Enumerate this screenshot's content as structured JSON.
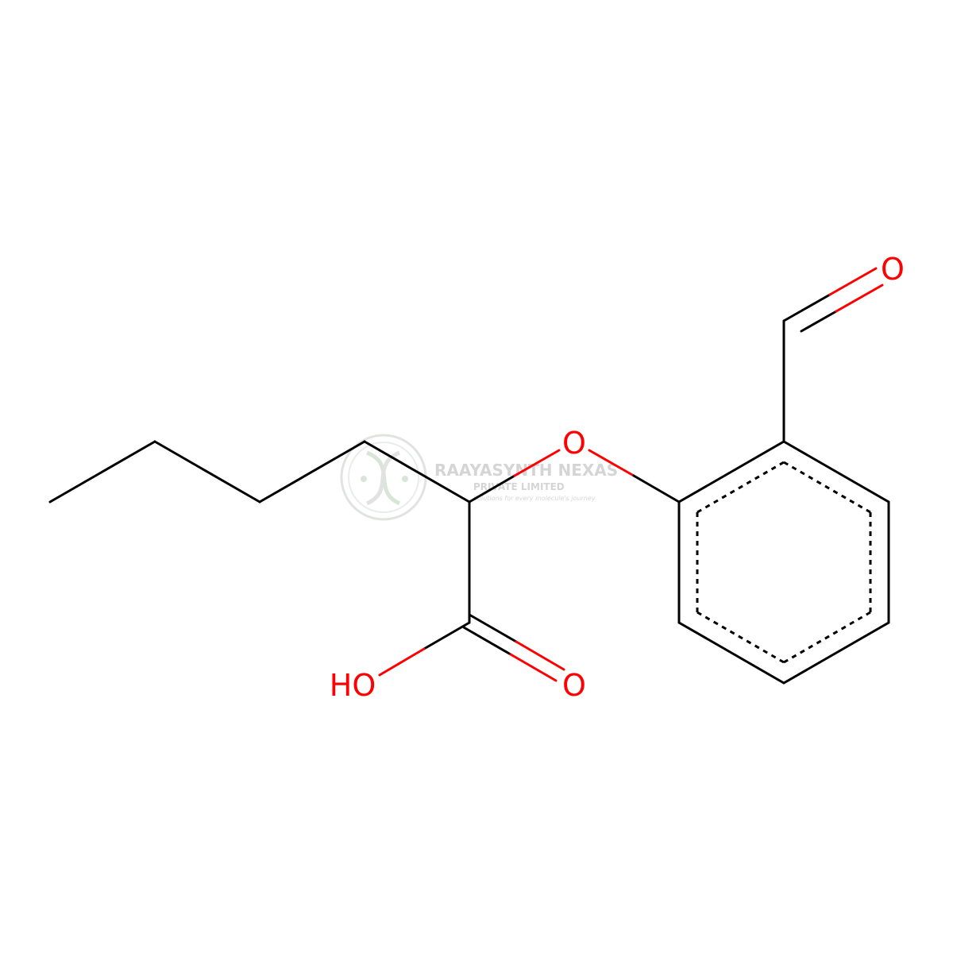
{
  "molecule": {
    "atom_labels": {
      "ether_oxygen": "O",
      "aldehyde_oxygen": "O",
      "carbonyl_oxygen": "O",
      "hydroxyl": "HO"
    },
    "heteroatom_color": "#ff0000",
    "bond_color": "#000000"
  },
  "watermark": {
    "company": "RAAYASYNTH NEXAS",
    "subtitle": "PRIVATE LIMITED",
    "tagline": "Solutions for every molecule's journey",
    "color": "#8a8a8a"
  }
}
